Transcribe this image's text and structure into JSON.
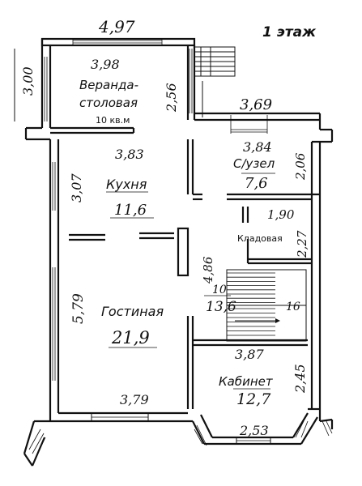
{
  "title": "1 этаж",
  "rooms": {
    "veranda": {
      "name": "Веранда-",
      "name2": "столовая",
      "area": "10 кв.м",
      "width": "3,98"
    },
    "kitchen": {
      "name": "Кухня",
      "area": "11,6",
      "width": "3,83",
      "depth": "3,07"
    },
    "bathroom": {
      "name": "С/узел",
      "area": "7,6",
      "width": "3,84",
      "depth": "2,06"
    },
    "storage": {
      "name": "Кладовая",
      "width": "1,90",
      "depth": "2,27"
    },
    "hall": {
      "area": "13,6",
      "number": "10",
      "depth": "4,86"
    },
    "living": {
      "name": "Гостиная",
      "area": "21,9",
      "width": "3,79",
      "depth": "5,79"
    },
    "office": {
      "name": "Кабинет",
      "area": "12,7",
      "width": "3,87",
      "depth": "2,45"
    }
  },
  "dimensions": {
    "top_width": "4,97",
    "left_height": "3,00",
    "veranda_side": "2,56",
    "right_top": "3,69",
    "bay_width": "2,53",
    "stairs_label": "16"
  }
}
